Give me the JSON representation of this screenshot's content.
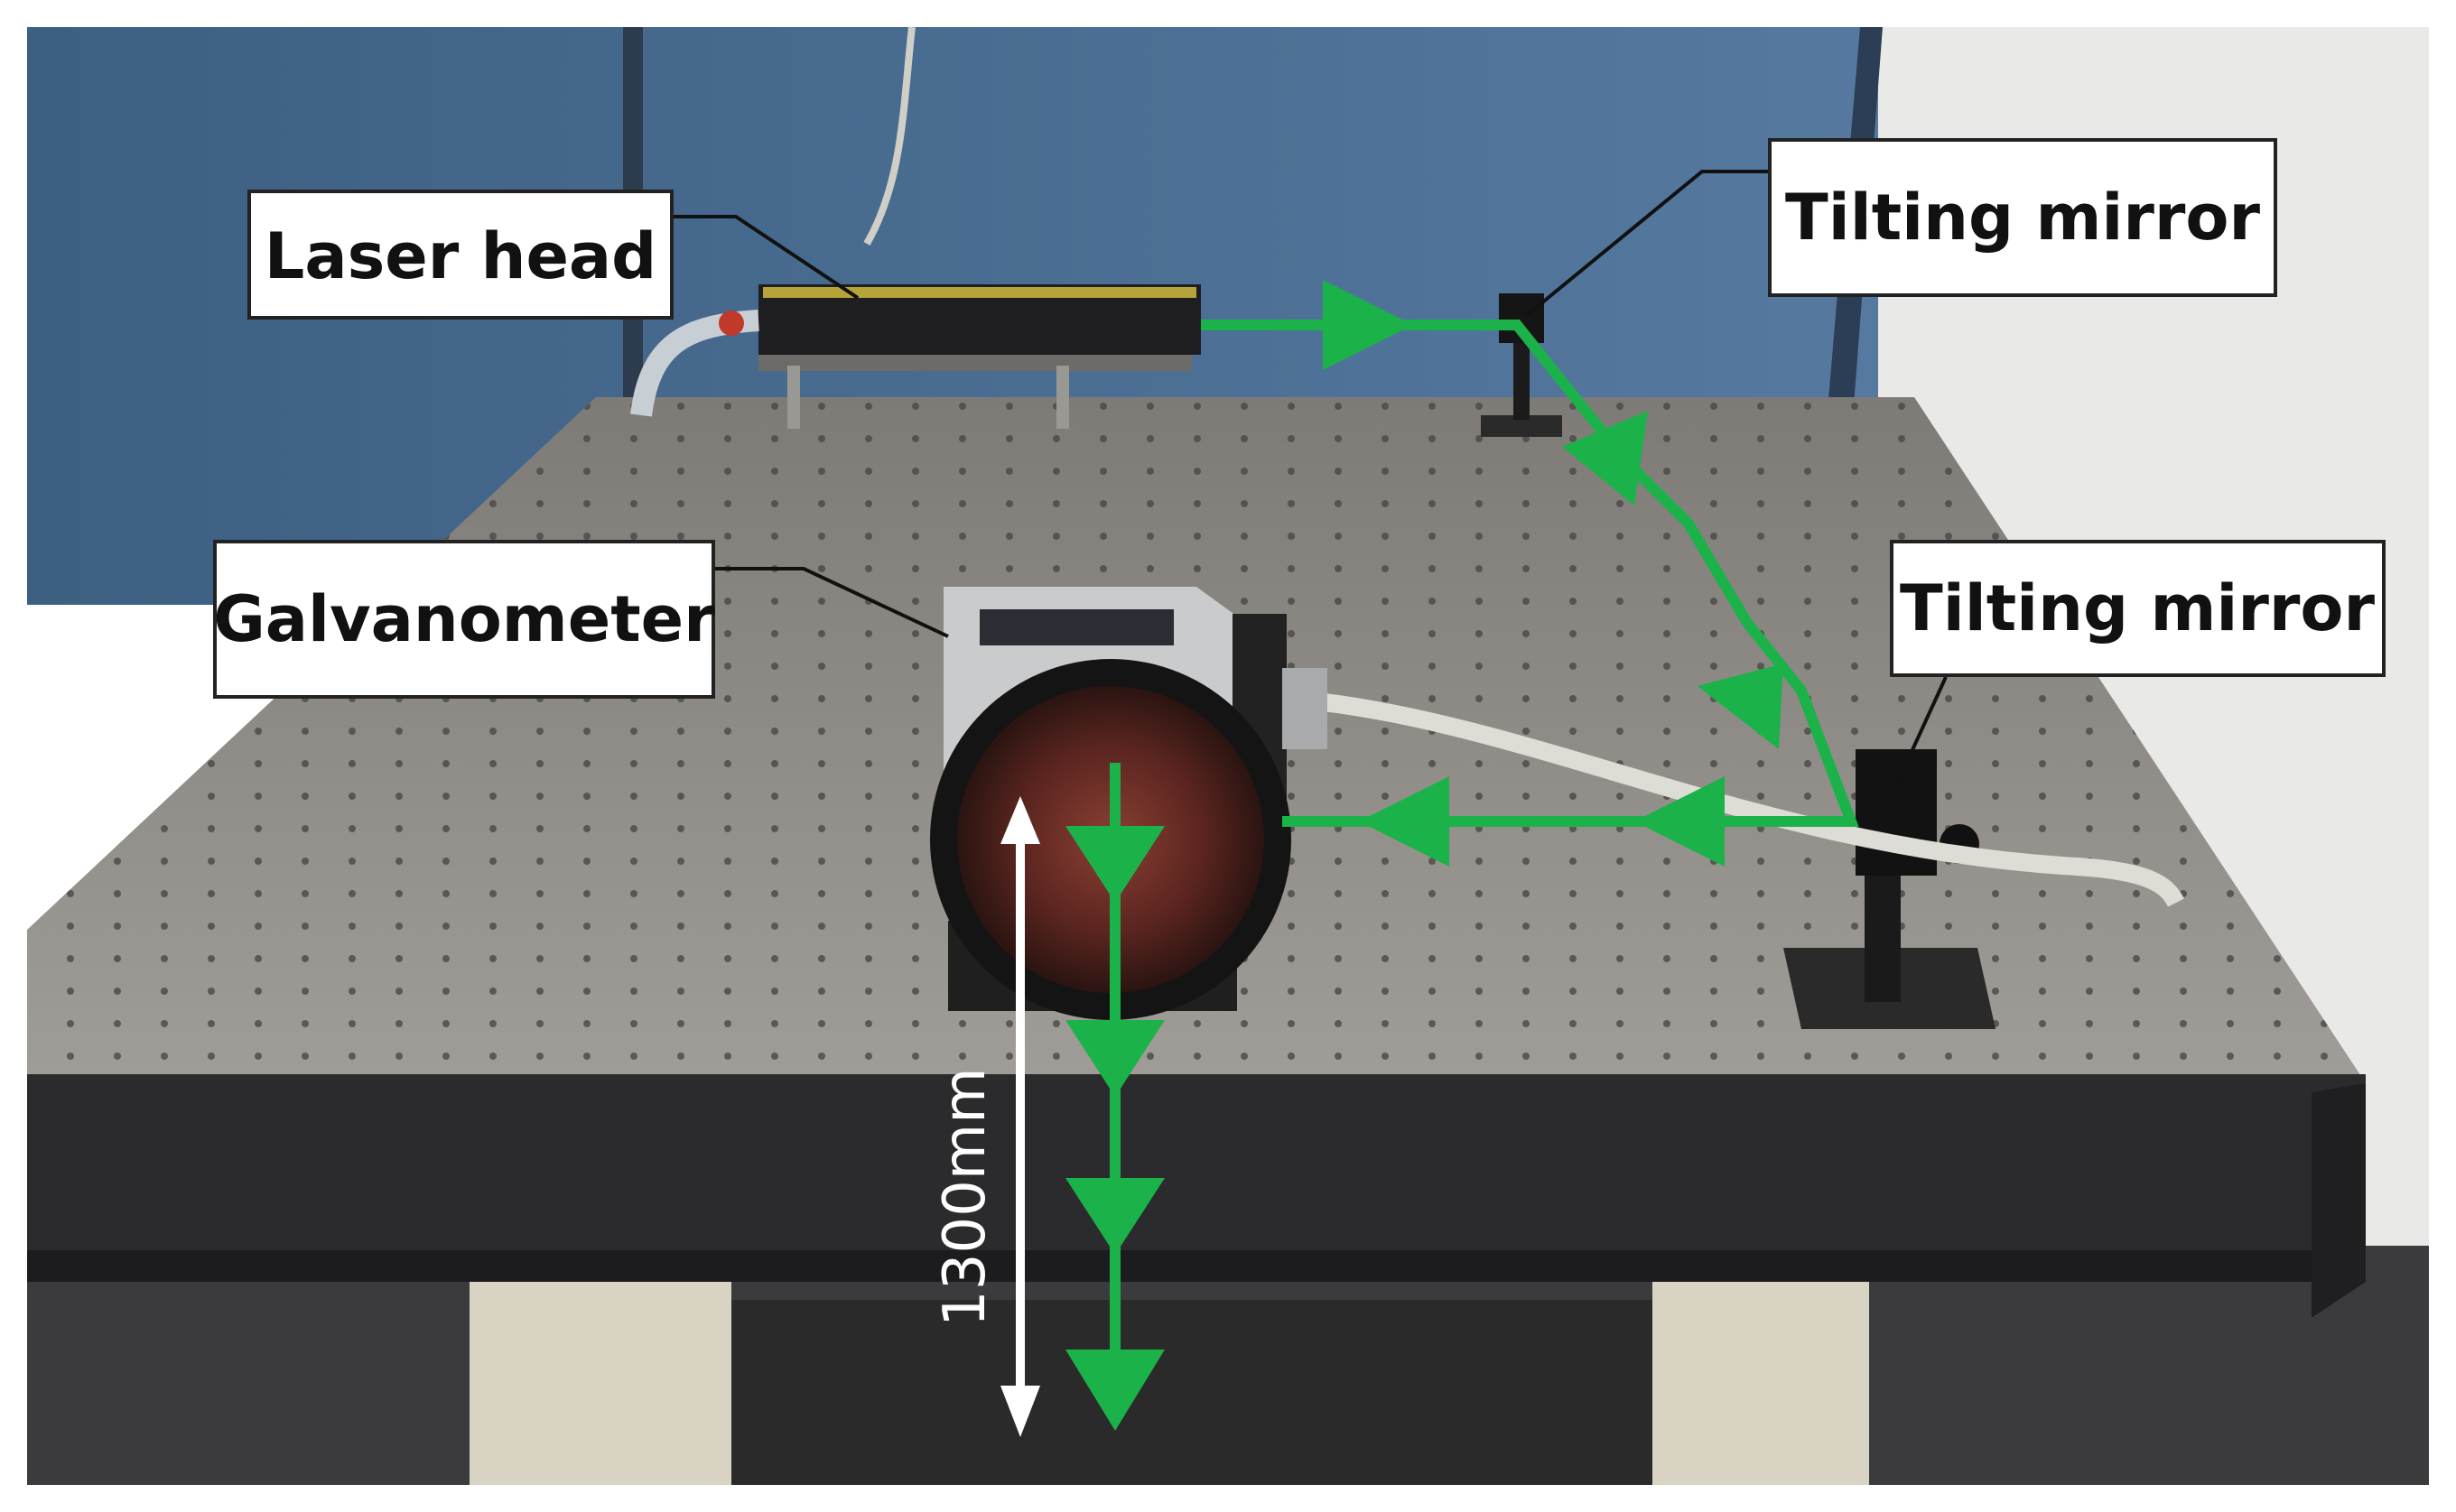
{
  "labels": {
    "laser_head": "Laser head",
    "tilting_mirror_top": "Tilting mirror",
    "galvanometer": "Galvanometer",
    "tilting_mirror_right": "Tilting mirror"
  },
  "dimension": {
    "distance_label": "1300mm"
  },
  "colors": {
    "beam": "#1bb24a",
    "wall": "#4a6f93",
    "table_top": "#8f8c87",
    "table_edge": "#2b2b2d",
    "label_box": "#ffffff",
    "label_border": "#222222"
  }
}
